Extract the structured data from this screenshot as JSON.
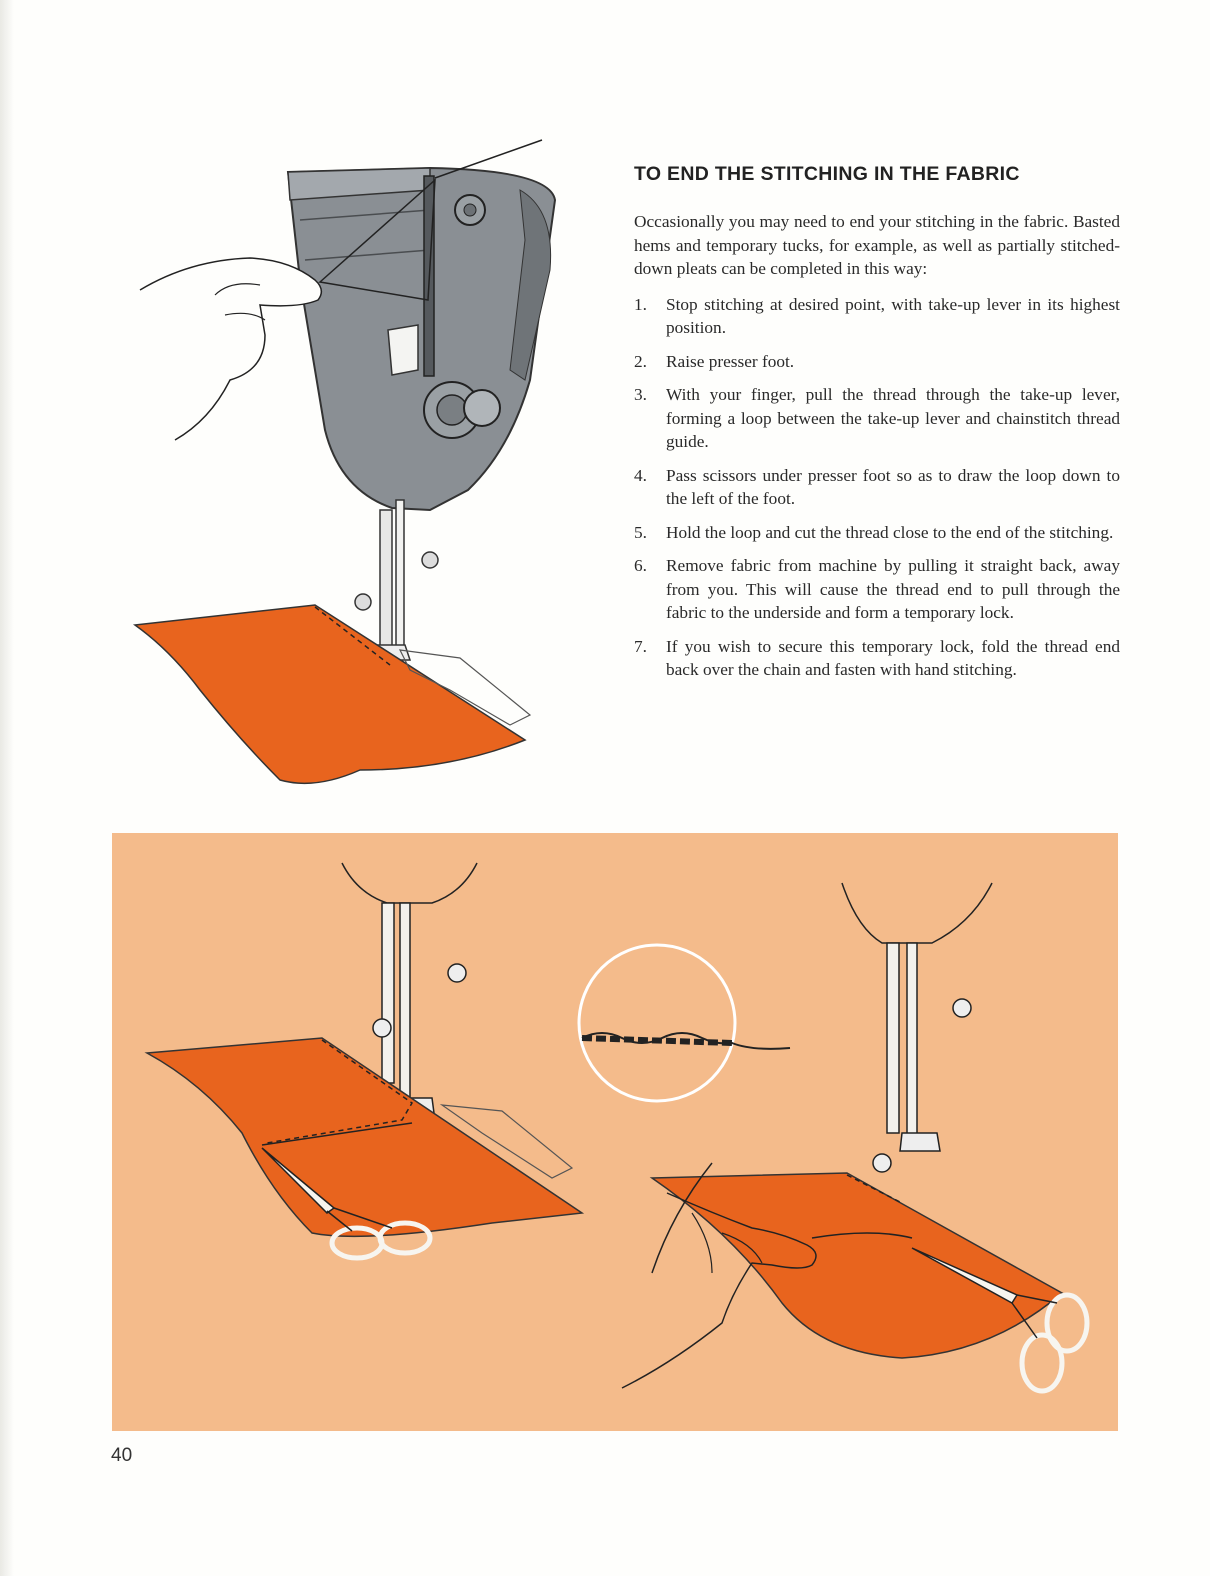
{
  "heading": "TO END THE STITCHING IN THE FABRIC",
  "intro": "Occasionally you may need to end your stitching in the fabric. Basted hems and temporary tucks, for example, as well as partially stitched-down pleats can be completed in this way:",
  "steps": [
    {
      "num": "1.",
      "text": "Stop stitching at desired point, with take-up lever in its highest position."
    },
    {
      "num": "2.",
      "text": "Raise presser foot."
    },
    {
      "num": "3.",
      "text": "With your finger, pull the thread through the take-up lever, forming a loop between the take-up lever and chainstitch thread guide."
    },
    {
      "num": "4.",
      "text": "Pass scissors under presser foot so as to draw the loop down to the left of the foot."
    },
    {
      "num": "5.",
      "text": "Hold the loop and cut the thread close to the end of the stitching."
    },
    {
      "num": "6.",
      "text": "Remove fabric from machine by pulling it straight back, away from you. This will cause the thread end to pull through the fabric to the underside and form a temporary lock."
    },
    {
      "num": "7.",
      "text": "If you wish to secure this temporary lock, fold the thread end back over the chain and fasten with hand stitching."
    }
  ],
  "page_number": "40",
  "colors": {
    "fabric": "#e8641e",
    "panel_background": "#f4bb8b",
    "machine_gray": "#8a8f94"
  }
}
